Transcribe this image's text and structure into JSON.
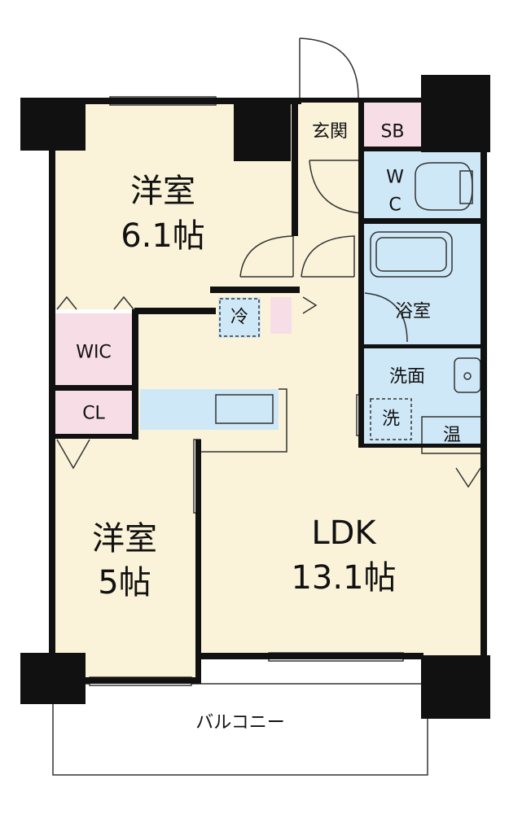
{
  "colors": {
    "wall": "#111111",
    "room_floor": "#faf3d9",
    "wet_area": "#cfe8f7",
    "storage": "#f7dde6",
    "balcony": "#ffffff",
    "line": "#333333"
  },
  "rooms": {
    "western_room_1": {
      "name": "洋室",
      "size": "6.1帖"
    },
    "western_room_2": {
      "name": "洋室",
      "size": "5帖"
    },
    "ldk": {
      "name": "LDK",
      "size": "13.1帖"
    },
    "entrance": {
      "name": "玄関"
    },
    "shoe_box": {
      "name": "SB"
    },
    "toilet": {
      "line1": "W",
      "line2": "C"
    },
    "bathroom": {
      "name": "浴室"
    },
    "washroom": {
      "name": "洗面"
    },
    "washer": {
      "name": "洗"
    },
    "fridge": {
      "name": "冷"
    },
    "water_heater": {
      "name": "温"
    },
    "wic": {
      "name": "WIC"
    },
    "closet": {
      "name": "CL"
    },
    "balcony": {
      "name": "バルコニー"
    }
  }
}
